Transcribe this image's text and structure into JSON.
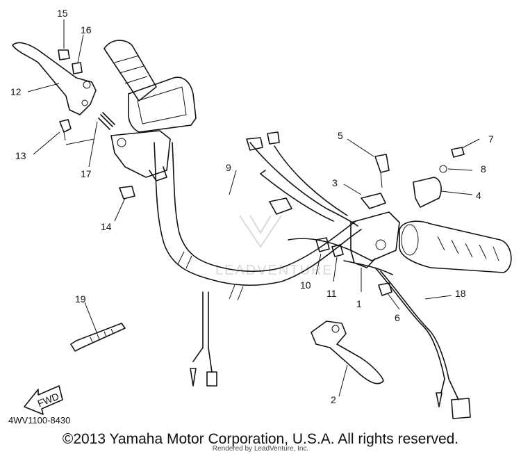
{
  "diagram": {
    "callouts": {
      "c1": "1",
      "c2": "2",
      "c3": "3",
      "c4": "4",
      "c5": "5",
      "c6": "6",
      "c7": "7",
      "c8": "8",
      "c9": "9",
      "c10": "10",
      "c11": "11",
      "c12": "12",
      "c13": "13",
      "c14": "14",
      "c15": "15",
      "c16": "16",
      "c17": "17",
      "c18": "18",
      "c19": "19"
    },
    "fwd_label": "FWD",
    "watermark_text": "LEADVENTURE",
    "diagram_code": "4WV1100-8430"
  },
  "footer": {
    "copyright": "©2013 Yamaha Motor Corporation, U.S.A. All rights reserved.",
    "rendered_by": "Rendered by LeadVenture, Inc."
  }
}
